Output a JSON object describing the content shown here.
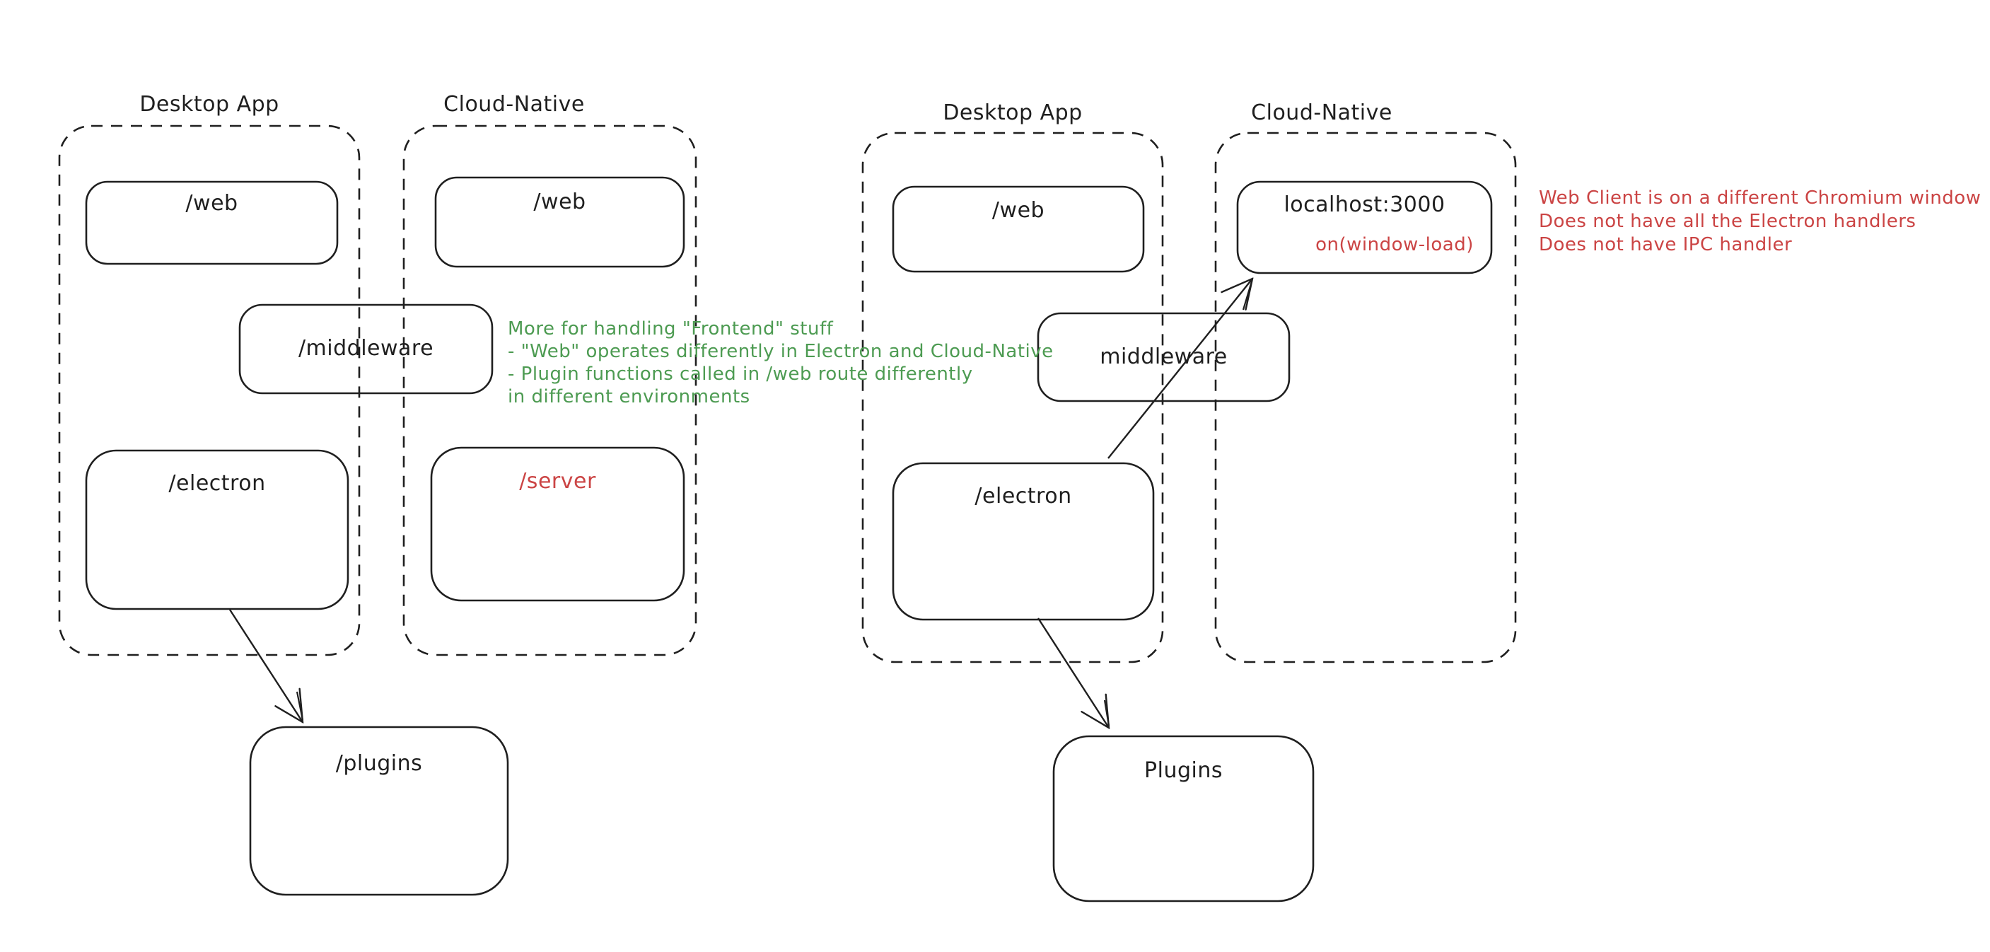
{
  "colors": {
    "ink": "#1f1f1f",
    "annotation_green": "#4d9b52",
    "annotation_red": "#cb4444",
    "background": "#ffffff"
  },
  "left_diagram": {
    "desktop_title": "Desktop App",
    "cloud_title": "Cloud-Native",
    "desktop_web": "/web",
    "cloud_web": "/web",
    "middleware": "/middleware",
    "electron": "/electron",
    "server": "/server",
    "plugins": "/plugins",
    "note_green": [
      "More for handling \"Frontend\" stuff",
      "- \"Web\" operates differently in Electron and Cloud-Native",
      "- Plugin functions called in /web route differently",
      "in different environments"
    ]
  },
  "right_diagram": {
    "desktop_title": "Desktop App",
    "cloud_title": "Cloud-Native",
    "desktop_web": "/web",
    "localhost": "localhost:3000",
    "window_load": "on(window-load)",
    "middleware": "middleware",
    "electron": "/electron",
    "plugins": "Plugins",
    "note_red": [
      "Web Client is on a different Chromium window",
      "Does not have all the Electron handlers",
      "Does not have IPC handler"
    ]
  }
}
